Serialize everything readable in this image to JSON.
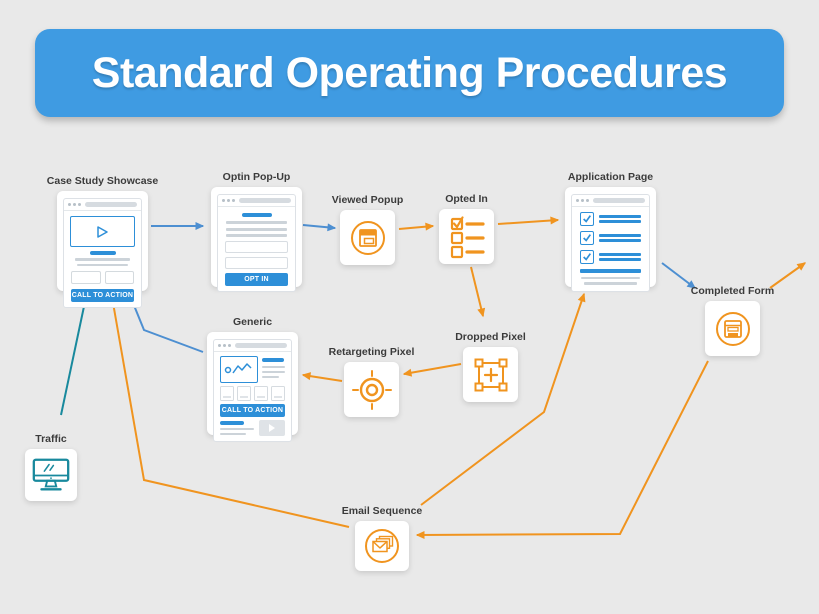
{
  "title": "Standard Operating Procedures",
  "colors": {
    "header_bg": "#3F9BE2",
    "orange": "#F0941F",
    "blue": "#4D8FD1",
    "teal": "#18899D",
    "mockup_blue": "#2D8FD8"
  },
  "nodes": {
    "case_study": {
      "label": "Case Study Showcase",
      "button": "CALL TO ACTION"
    },
    "optin_popup": {
      "label": "Optin Pop-Up",
      "button": "OPT IN"
    },
    "viewed_popup": {
      "label": "Viewed Popup"
    },
    "opted_in": {
      "label": "Opted In"
    },
    "application_page": {
      "label": "Application Page"
    },
    "completed_form": {
      "label": "Completed Form"
    },
    "generic": {
      "label": "Generic",
      "button": "CALL TO ACTION"
    },
    "retargeting_pixel": {
      "label": "Retargeting Pixel"
    },
    "dropped_pixel": {
      "label": "Dropped Pixel"
    },
    "traffic": {
      "label": "Traffic"
    },
    "email_sequence": {
      "label": "Email Sequence"
    }
  },
  "edges": [
    {
      "from": "Case Study Showcase",
      "to": "Optin Pop-Up",
      "color": "blue"
    },
    {
      "from": "Optin Pop-Up",
      "to": "Viewed Popup",
      "color": "blue"
    },
    {
      "from": "Viewed Popup",
      "to": "Opted In",
      "color": "orange"
    },
    {
      "from": "Opted In",
      "to": "Application Page",
      "color": "orange"
    },
    {
      "from": "Opted In",
      "to": "Dropped Pixel",
      "color": "orange"
    },
    {
      "from": "Dropped Pixel",
      "to": "Retargeting Pixel",
      "color": "orange"
    },
    {
      "from": "Retargeting Pixel",
      "to": "Generic",
      "color": "orange"
    },
    {
      "from": "Generic",
      "to": "Case Study Showcase",
      "color": "blue"
    },
    {
      "from": "Traffic",
      "to": "Case Study Showcase",
      "color": "teal"
    },
    {
      "from": "Email Sequence",
      "to": "Case Study Showcase",
      "color": "orange"
    },
    {
      "from": "Email Sequence",
      "to": "Application Page",
      "color": "orange"
    },
    {
      "from": "Completed Form",
      "to": "Email Sequence",
      "color": "orange"
    },
    {
      "from": "Application Page",
      "to": "Completed Form",
      "color": "blue"
    },
    {
      "from": "Completed Form",
      "to": "offscreen-top-right",
      "color": "orange"
    }
  ]
}
